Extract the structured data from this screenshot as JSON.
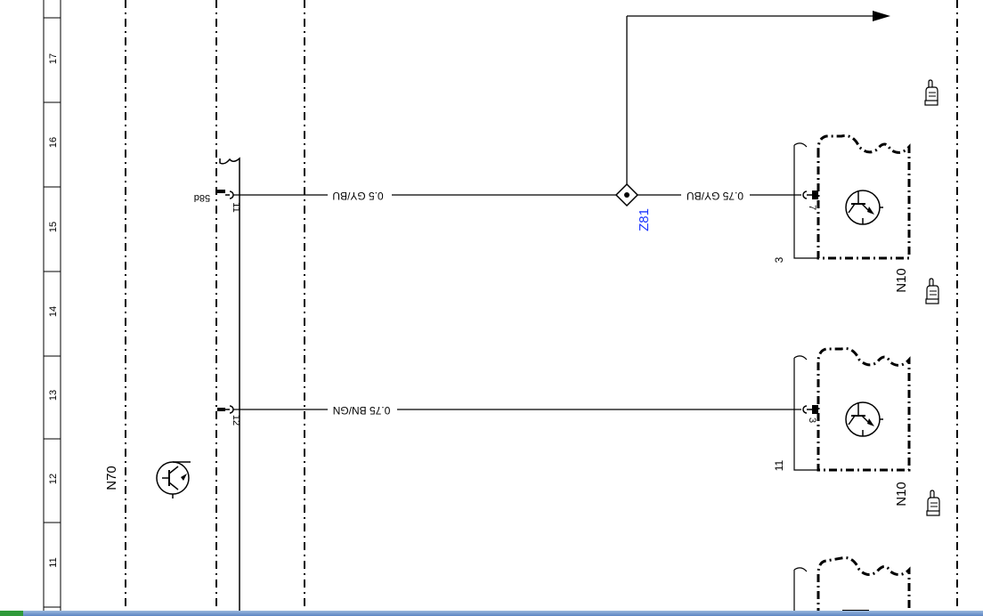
{
  "ruler": {
    "numbers": [
      "17",
      "16",
      "15",
      "14",
      "13",
      "12",
      "11"
    ]
  },
  "components": {
    "left_module": "N70",
    "right_module_a": "N10",
    "right_module_b": "N10",
    "splice": "Z81"
  },
  "pins": {
    "n70_pin_a": "11",
    "n70_pin_b": "12",
    "n70_pin_a_signal": "58d",
    "n10a_pin": "7",
    "n10a_connector": "3",
    "n10b_pin": "3",
    "n10b_connector": "11"
  },
  "wires": {
    "wire_upper_left": "0.5 GY/BU",
    "wire_upper_right": "0.75 GY/BU",
    "wire_lower": "0.75 BN/GN"
  },
  "icons": {
    "note": "hand-pointing-icon",
    "transistor": "transistor-icon"
  },
  "colors": {
    "line": "#000000",
    "splice_label": "#1a33ff",
    "taskbar": "#5c85c3"
  }
}
